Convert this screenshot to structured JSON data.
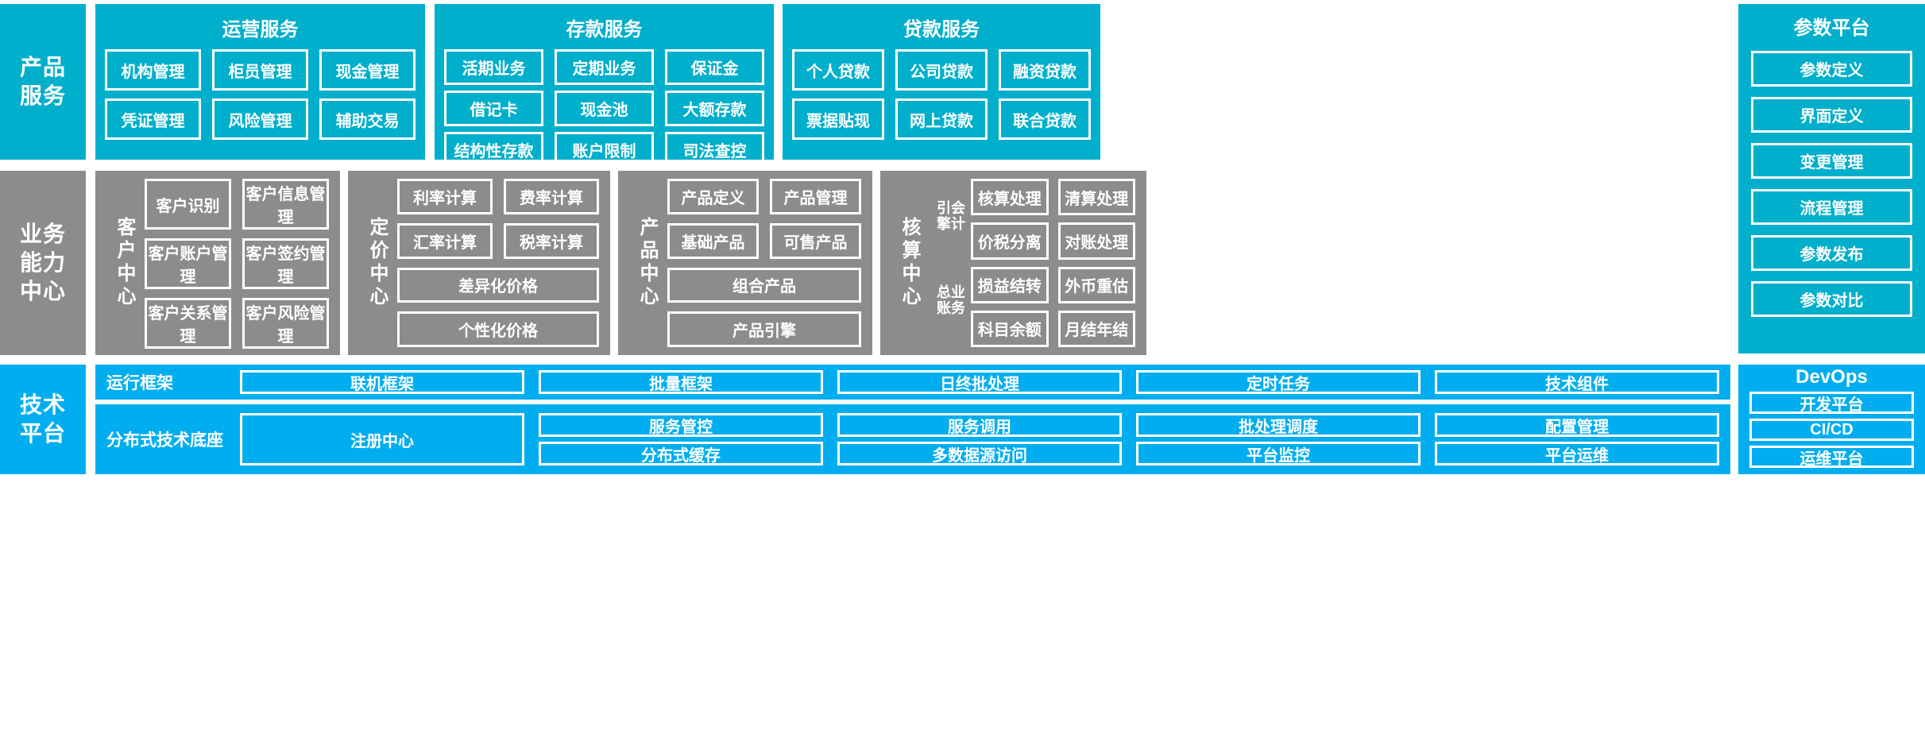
{
  "colors": {
    "teal": "#00AFCB",
    "gray": "#8C8C8C",
    "blue": "#00AEEF",
    "border": "#FFFFFF",
    "text": "#FFFFFF"
  },
  "rows": {
    "product_services": {
      "label": "产品\n服务",
      "label_line1": "产品",
      "label_line2": "服务",
      "groups": [
        {
          "title": "运营服务",
          "items": [
            "机构管理",
            "柜员管理",
            "现金管理",
            "凭证管理",
            "风险管理",
            "辅助交易"
          ]
        },
        {
          "title": "存款服务",
          "items": [
            "活期业务",
            "定期业务",
            "保证金",
            "借记卡",
            "现金池",
            "大额存款",
            "结构性存款",
            "账户限制",
            "司法查控"
          ]
        },
        {
          "title": "贷款服务",
          "items": [
            "个人贷款",
            "公司贷款",
            "融资贷款",
            "票据贴现",
            "网上贷款",
            "联合贷款"
          ]
        }
      ]
    },
    "business_capability": {
      "label_line1": "业务",
      "label_line2": "能力",
      "label_line3": "中心",
      "centers": [
        {
          "vlabel": "客户中心",
          "items": [
            "客户识别",
            "客户信息管理",
            "客户账户管理",
            "客户签约管理",
            "客户关系管理",
            "客户风险管理"
          ]
        },
        {
          "vlabel": "定价中心",
          "items": [
            "利率计算",
            "费率计算",
            "汇率计算",
            "税率计算"
          ],
          "wide_items": [
            "差异化价格",
            "个性化价格"
          ]
        },
        {
          "vlabel": "产品中心",
          "items": [
            "产品定义",
            "产品管理",
            "基础产品",
            "可售产品"
          ],
          "wide_items": [
            "组合产品",
            "产品引擎"
          ]
        },
        {
          "vlabel": "核算中心",
          "sub_labels": [
            "会计引擎",
            "业务总账"
          ],
          "items": [
            "核算处理",
            "清算处理",
            "价税分离",
            "对账处理",
            "损益结转",
            "外币重估",
            "科目余额",
            "月结年结"
          ]
        }
      ]
    },
    "technology_platform": {
      "label_line1": "技术",
      "label_line2": "平台",
      "runtime": {
        "name": "运行框架",
        "items": [
          "联机框架",
          "批量框架",
          "日终批处理",
          "定时任务",
          "技术组件"
        ]
      },
      "base": {
        "name": "分布式技术底座",
        "registry": "注册中心",
        "columns": [
          [
            "服务管控",
            "分布式缓存"
          ],
          [
            "服务调用",
            "多数据源访问"
          ],
          [
            "批处理调度",
            "平台监控"
          ],
          [
            "配置管理",
            "平台运维"
          ]
        ]
      }
    }
  },
  "parameter_platform": {
    "title": "参数平台",
    "items": [
      "参数定义",
      "界面定义",
      "变更管理",
      "流程管理",
      "参数发布",
      "参数对比"
    ]
  },
  "devops": {
    "title": "DevOps",
    "items": [
      "开发平台",
      "CI/CD",
      "运维平台"
    ]
  }
}
